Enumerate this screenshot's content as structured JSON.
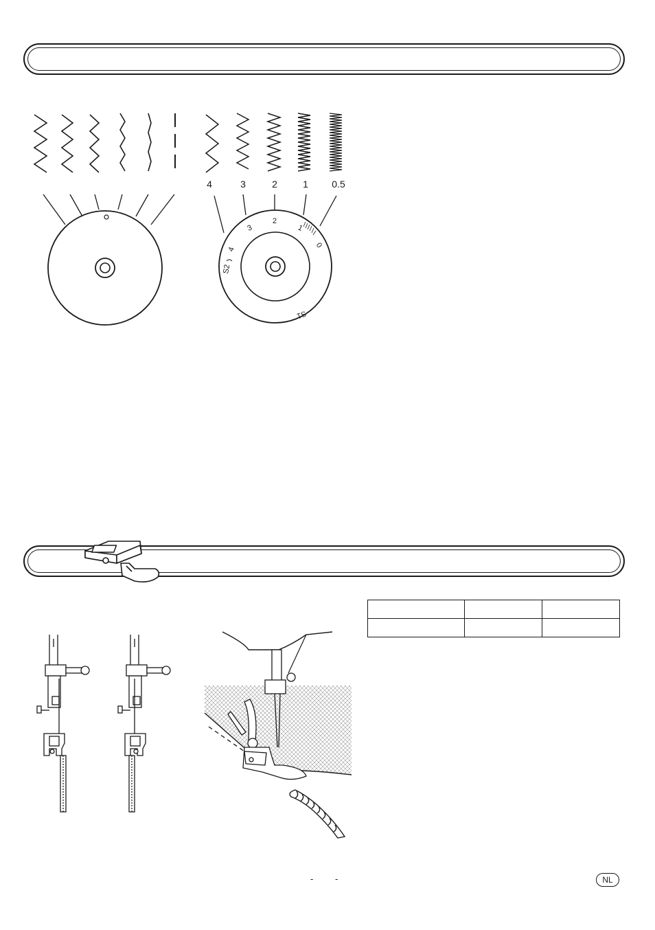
{
  "width_dial": {
    "stitch_patterns": [
      "zigzag-wide",
      "zigzag-medium",
      "zigzag-narrow",
      "zigzag-smaller",
      "zigzag-tiny",
      "straight-dashed"
    ]
  },
  "length_dial": {
    "stitch_labels": [
      "4",
      "3",
      "2",
      "1",
      "0.5"
    ],
    "scale_labels": {
      "s2": "S2",
      "four": "4",
      "three": "3",
      "two": "2",
      "one": "1",
      "zero": "0",
      "s1": "S1"
    }
  },
  "settings_table": {
    "rows": [
      [
        "",
        "",
        ""
      ],
      [
        "",
        "",
        ""
      ]
    ]
  },
  "footer": {
    "dash_left": "-",
    "dash_right": "-",
    "language_badge": "NL"
  }
}
